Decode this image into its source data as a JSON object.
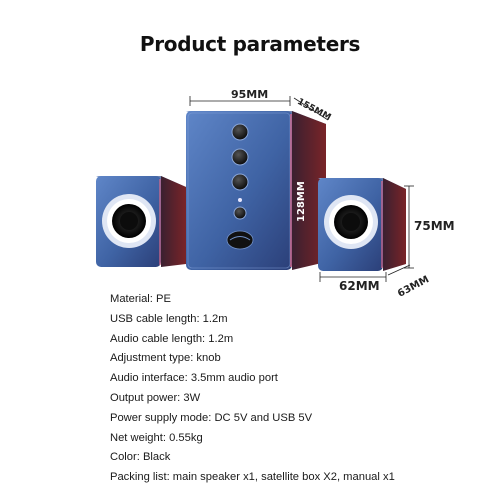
{
  "title": "Product parameters",
  "dimensions": {
    "main_width": "95MM",
    "main_depth": "155MM",
    "main_height": "128MM",
    "satellite_height": "75MM",
    "satellite_width": "62MM",
    "satellite_depth": "63MM"
  },
  "specs": [
    "Material: PE",
    "USB cable length: 1.2m",
    "Audio cable length: 1.2m",
    "Adjustment type: knob",
    "Audio interface: 3.5mm audio port",
    "Output power: 3W",
    "Power supply mode: DC 5V and USB 5V",
    "Net weight: 0.55kg",
    "Color: Black",
    "Packing list: main speaker x1, satellite box X2, manual x1"
  ],
  "colors": {
    "front_panel": "#4a6fb0",
    "side_panel": "#6a1f24",
    "woofer_ring": "#ffffff"
  }
}
